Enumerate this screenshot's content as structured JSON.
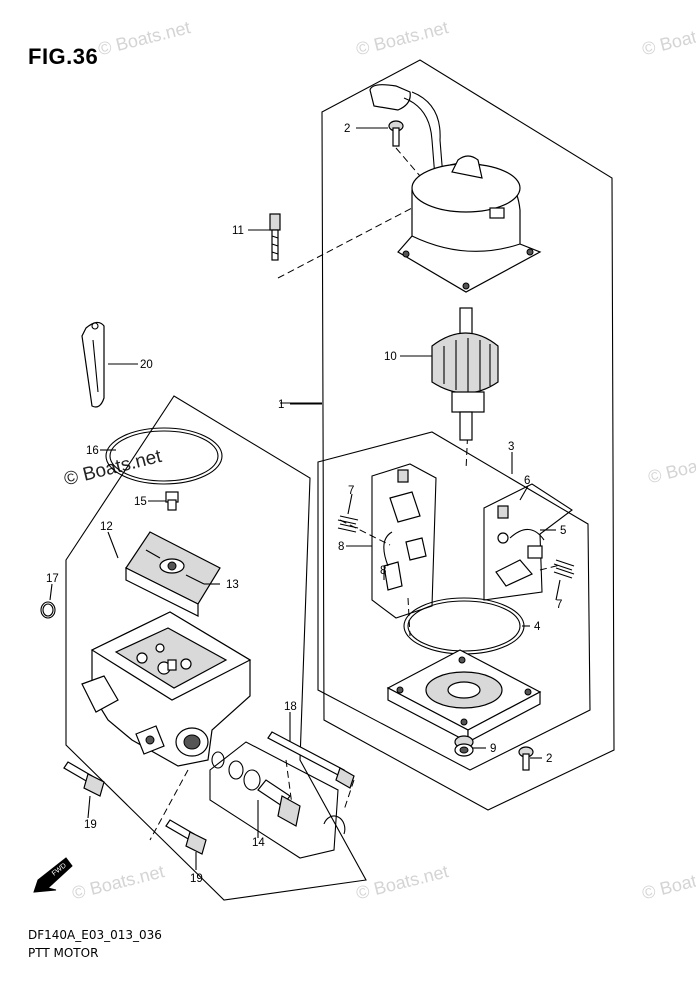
{
  "figure": {
    "title": "FIG.36",
    "code": "DF140A_E03_013_036",
    "caption": "PTT MOTOR"
  },
  "watermarks": [
    "© Boats.net",
    "© Boats.net",
    "© Boats.net",
    "© Boats.net",
    "© Boats.net",
    "© Boats.net",
    "© Boats.net",
    "© Boats.net"
  ],
  "fwd_label": "FWD",
  "callouts": {
    "c1": "1",
    "c2a": "2",
    "c2b": "2",
    "c3": "3",
    "c4": "4",
    "c5": "5",
    "c6": "6",
    "c7a": "7",
    "c7b": "7",
    "c8a": "8",
    "c8b": "8",
    "c9": "9",
    "c10": "10",
    "c11": "11",
    "c12": "12",
    "c13": "13",
    "c14": "14",
    "c15": "15",
    "c16": "16",
    "c17": "17",
    "c18": "18",
    "c19a": "19",
    "c19b": "19",
    "c20": "20"
  }
}
